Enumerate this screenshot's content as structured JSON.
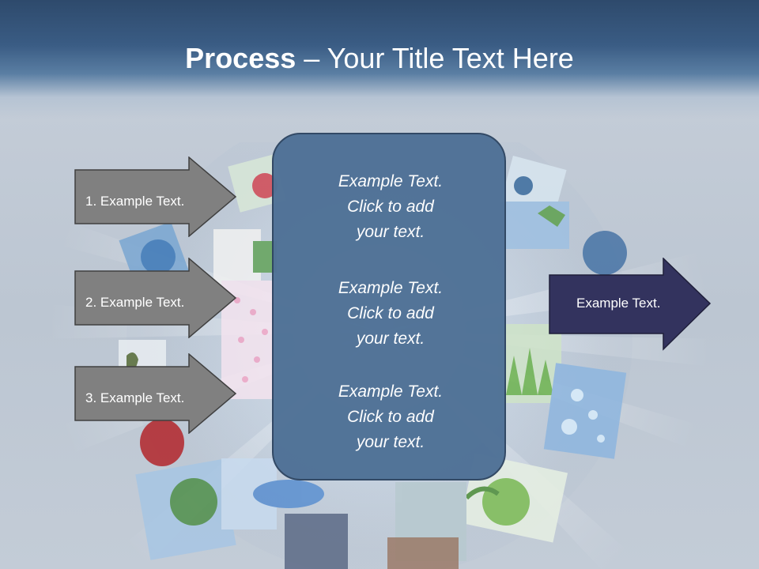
{
  "slide": {
    "title_bold": "Process",
    "title_rest": " – Your Title Text Here"
  },
  "left_arrows": [
    {
      "label": "1. Example Text."
    },
    {
      "label": "2. Example Text."
    },
    {
      "label": "3. Example Text."
    }
  ],
  "center_box": {
    "blocks": [
      {
        "lines": [
          "Example Text.",
          "Click  to add",
          "your text."
        ]
      },
      {
        "lines": [
          "Example Text.",
          "Click  to add",
          "your text."
        ]
      },
      {
        "lines": [
          "Example Text.",
          "Click  to add",
          "your text."
        ]
      }
    ]
  },
  "right_arrow": {
    "label": "Example Text."
  },
  "colors": {
    "header": "#2e4a6c",
    "left_arrow_fill": "#808080",
    "center_box_fill": "#4f7196",
    "right_arrow_fill": "#33335e"
  }
}
